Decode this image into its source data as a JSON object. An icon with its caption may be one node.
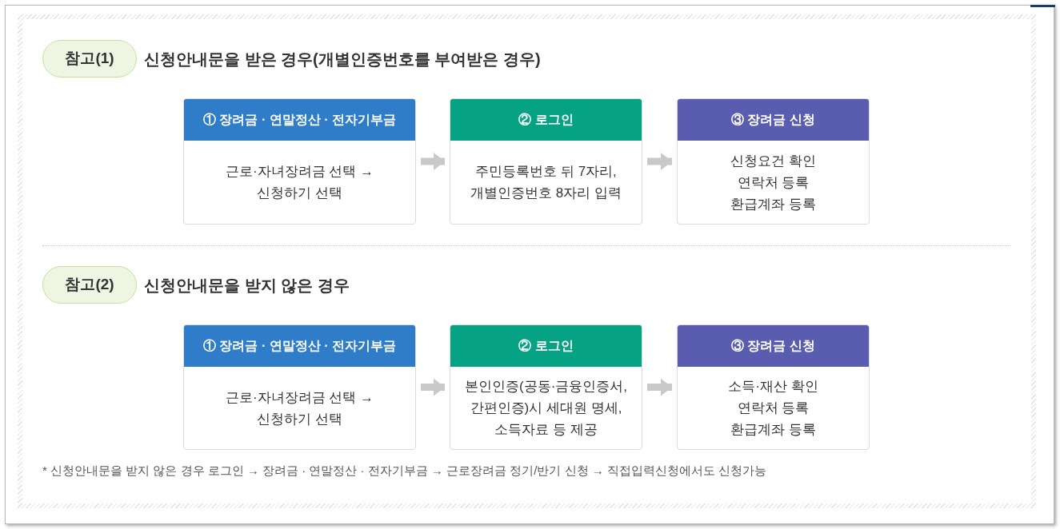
{
  "diagram": {
    "nodes": [
      {
        "text": [
          "참고(1)"
        ],
        "beside": [
          "신청안내문을 받은 경우(개별인증번호를 부여받은 경우)"
        ]
      },
      {
        "text": [
          "① 장려금 · 연말정산 · 전자기부금",
          "근로·자녀장려금 선택 → 신청하기 선택"
        ]
      },
      {
        "text": [
          "② 로그인",
          "주민등록번호 뒤 7자리, 개별인증번호 8자리 입력"
        ]
      },
      {
        "text": [
          "③ 장려금 신청",
          "신청요건 확인",
          "연락처 등록",
          "환급계좌 등록"
        ]
      },
      {
        "text": [
          "참고(2)"
        ],
        "beside": [
          "신청안내문을 받지 않은 경우"
        ]
      },
      {
        "text": [
          "① 장려금 · 연말정산 · 전자기부금",
          "근로·자녀장려금 선택 → 신청하기 선택"
        ]
      },
      {
        "text": [
          "② 로그인",
          "본인인증(공동·금융인증서, 간편인증)시 세대원 명세, 소득자료 등 제공"
        ]
      },
      {
        "text": [
          "③ 장려금 신청",
          "소득·재산 확인",
          "연락처 등록",
          "환급계좌 등록"
        ]
      }
    ],
    "edges": [
      {
        "from": 1,
        "to": 2,
        "arrow": "to"
      },
      {
        "from": 2,
        "to": 3,
        "arrow": "to"
      },
      {
        "from": 5,
        "to": 6,
        "arrow": "to"
      },
      {
        "from": 6,
        "to": 7,
        "arrow": "to"
      }
    ],
    "labels": [
      "* 신청안내문을 받지 않은 경우 로그인 → 장려금 · 연말정산 · 전자기부금 → 근로장려금 정기/반기 신청 → 직접입력신청에서도 신청가능"
    ]
  }
}
